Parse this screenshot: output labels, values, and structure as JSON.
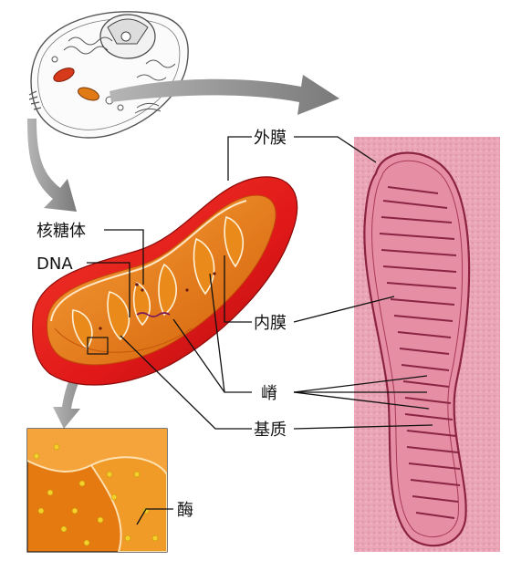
{
  "labels": {
    "outer_membrane": "外膜",
    "ribosome": "核糖体",
    "dna": "DNA",
    "inner_membrane": "内膜",
    "cristae": "嵴",
    "matrix": "基质",
    "enzyme": "酶"
  },
  "colors": {
    "outer_membrane": "#e31b1b",
    "outer_membrane_dark": "#b20d0d",
    "inner_surface": "#f08a10",
    "matrix": "#d9660a",
    "micrograph_bg": "#e9a3b3",
    "micrograph_line": "#9c2d4a",
    "arrow_gray": "#8f8f8f",
    "enzyme_particle": "#f3c21a"
  },
  "icons": {
    "cell_sketch": "animal-cell-sketch-icon",
    "arrow": "curved-gray-arrow-icon"
  }
}
